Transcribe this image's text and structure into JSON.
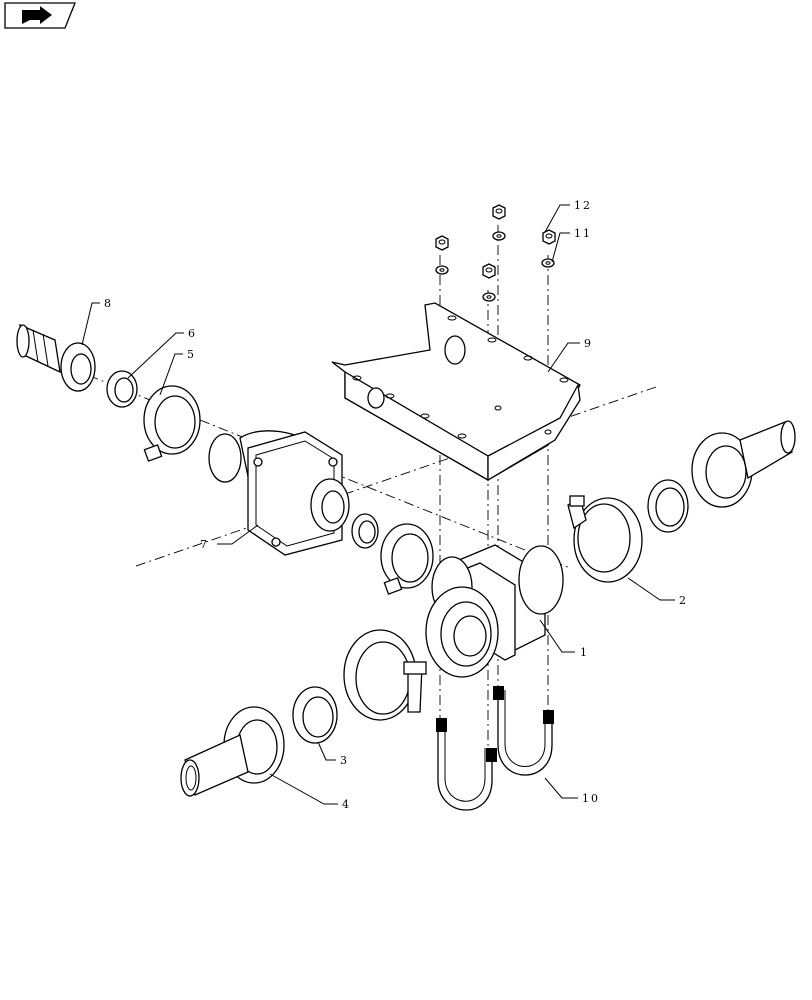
{
  "nav_icon": "page-navigation-arrow-icon",
  "callouts": {
    "c1": "1",
    "c2": "2",
    "c3": "3",
    "c4": "4",
    "c5": "5",
    "c6": "6",
    "c7": "7",
    "c8": "8",
    "c9": "9",
    "c10": "10",
    "c11": "11",
    "c12": "12"
  }
}
